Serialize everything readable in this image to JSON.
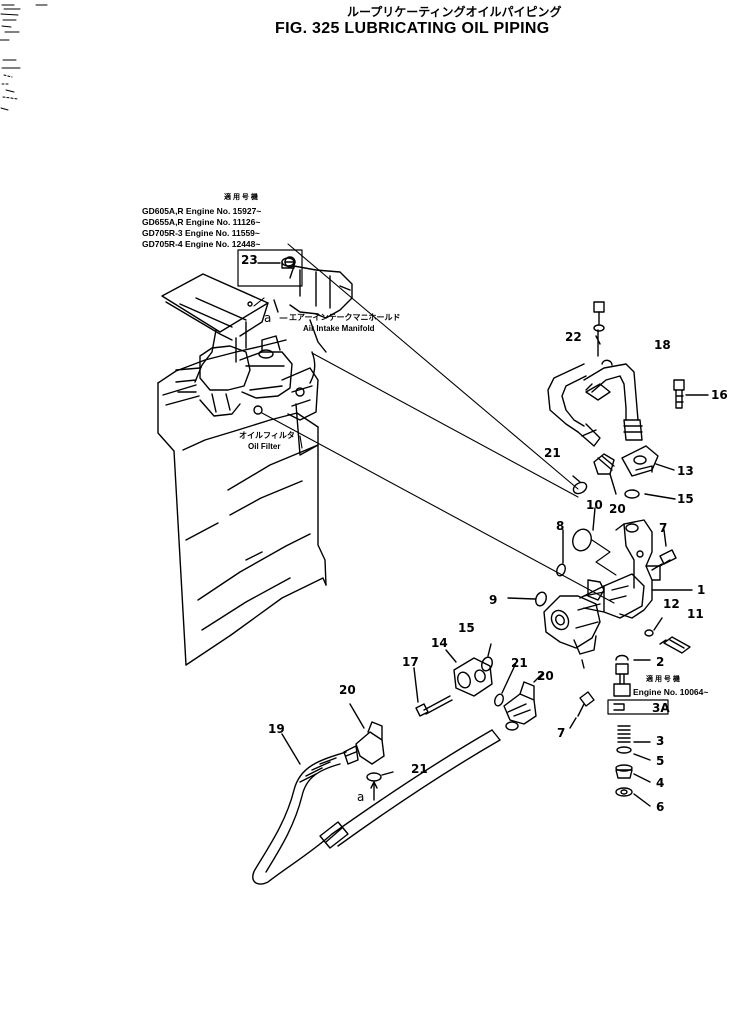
{
  "title": {
    "japanese": "ループリケーティングオイルパイピング",
    "english": "FIG. 325  LUBRICATING OIL PIPING"
  },
  "engine_applicability": {
    "heading": "適 用 号 機",
    "lines": [
      "GD605A,R Engine No. 15927~",
      "GD655A,R Engine No. 11126~",
      "GD705R-3 Engine No. 11559~",
      "GD705R-4 Engine No. 12448~"
    ]
  },
  "callouts": {
    "air_intake_jp": "エアーインテークマニホールド",
    "air_intake_en": "Air Intake Manifold",
    "oil_filter_jp": "オイルフィルタ",
    "oil_filter_en": "Oil Filter",
    "ref_a_top": "a",
    "ref_a_bottom": "a",
    "engine_no_head": "適 用 号 機",
    "engine_no_line": "Engine No. 10064~"
  },
  "part_numbers": [
    "1",
    "2",
    "3",
    "3A",
    "4",
    "5",
    "6",
    "7",
    "7",
    "8",
    "9",
    "10",
    "11",
    "12",
    "13",
    "14",
    "15",
    "15",
    "16",
    "17",
    "18",
    "19",
    "20",
    "20",
    "20",
    "21",
    "21",
    "21",
    "22",
    "23"
  ]
}
